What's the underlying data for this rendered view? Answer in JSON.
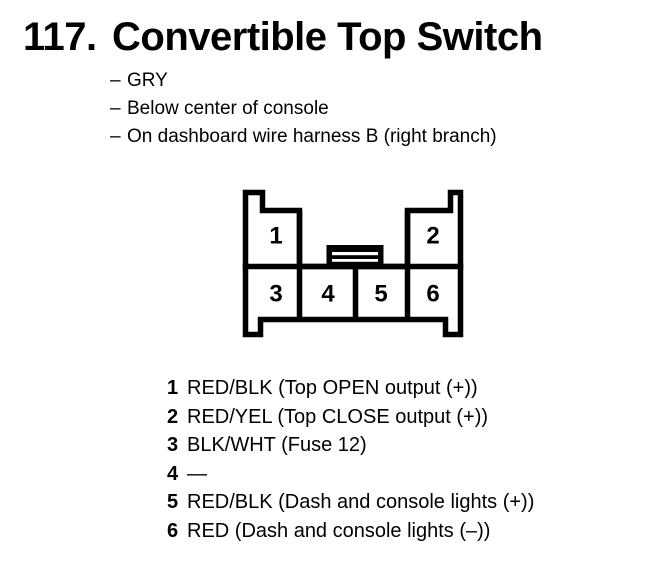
{
  "page": {
    "number": "117.",
    "title": "Convertible Top Switch"
  },
  "notes": {
    "marker": "–",
    "items": [
      "GRY",
      "Below center of console",
      "On dashboard wire harness B (right branch)"
    ]
  },
  "connector": {
    "description": "6-pin connector, front view, with center latch",
    "pins": {
      "p1": "1",
      "p2": "2",
      "p3": "3",
      "p4": "4",
      "p5": "5",
      "p6": "6"
    }
  },
  "legend": {
    "rows": [
      {
        "pin": "1",
        "desc": "RED/BLK (Top OPEN output (+))"
      },
      {
        "pin": "2",
        "desc": "RED/YEL (Top CLOSE output (+))"
      },
      {
        "pin": "3",
        "desc": "BLK/WHT (Fuse 12)"
      },
      {
        "pin": "4",
        "desc": "—"
      },
      {
        "pin": "5",
        "desc": "RED/BLK (Dash and console lights (+))"
      },
      {
        "pin": "6",
        "desc": "RED (Dash and console lights (–))"
      }
    ]
  },
  "colors": {
    "ink": "#000000",
    "paper": "#ffffff"
  }
}
